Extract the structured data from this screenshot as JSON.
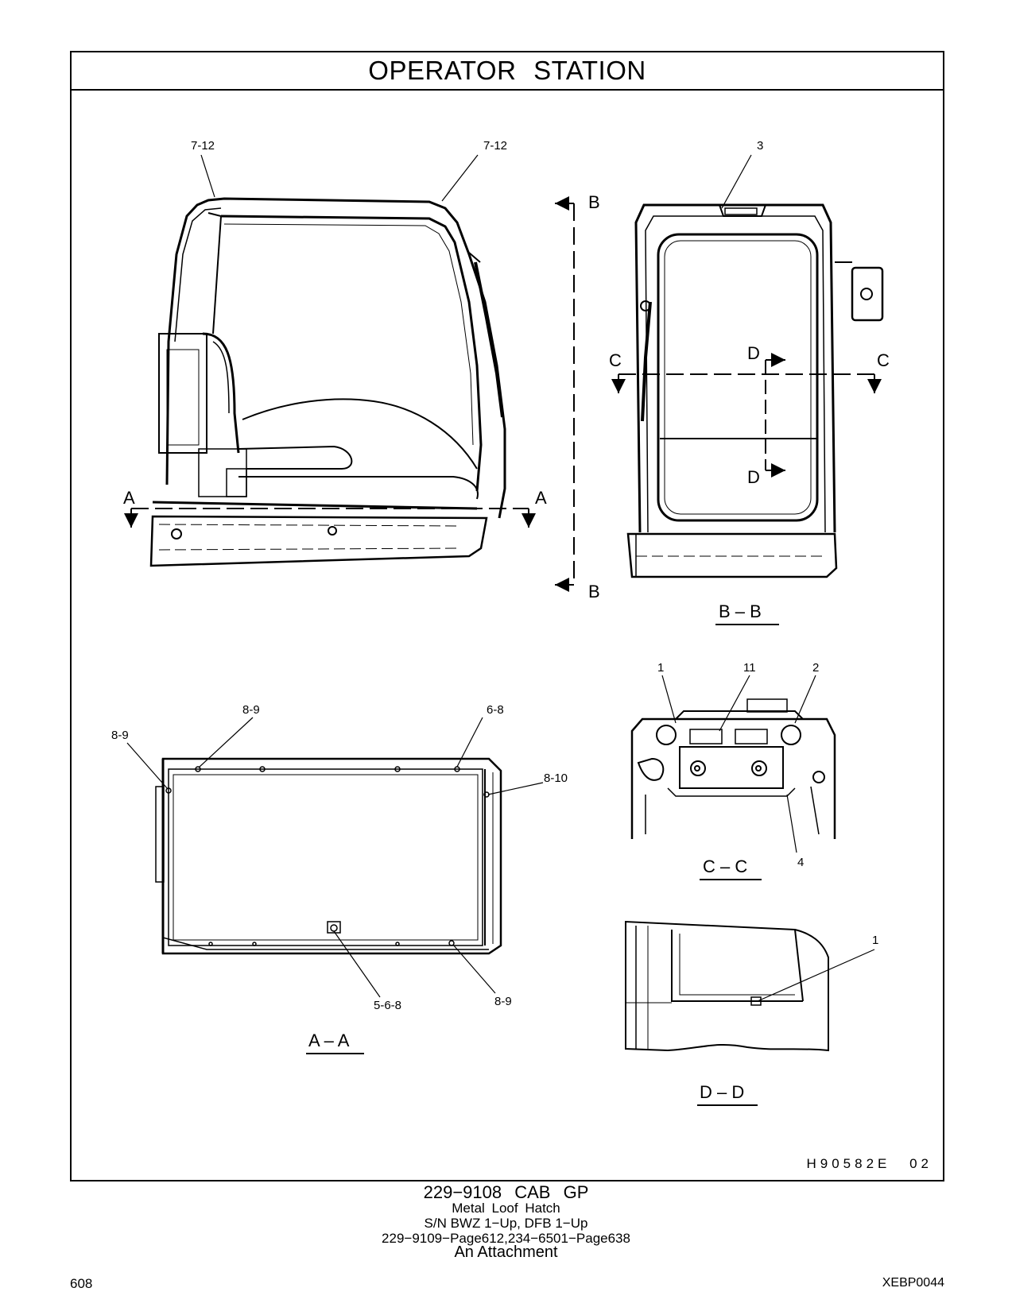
{
  "header": {
    "title": "OPERATOR   STATION"
  },
  "callouts": {
    "c_7_12_a": "7-12",
    "c_7_12_b": "7-12",
    "c_3": "3",
    "c_8_9_top": "8-9",
    "c_8_9_left": "8-9",
    "c_6_8": "6-8",
    "c_8_10": "8-10",
    "c_5_6_8": "5-6-8",
    "c_8_9_bottom": "8-9",
    "c_1_cc": "1",
    "c_11": "11",
    "c_2": "2",
    "c_4": "4",
    "c_1_dd": "1"
  },
  "section_marks": {
    "a_left": "A",
    "a_right": "A",
    "b_top": "B",
    "b_bottom": "B",
    "c_left": "C",
    "c_right": "C",
    "d_top": "D",
    "d_bottom": "D"
  },
  "view_titles": {
    "bb": "B – B",
    "aa": "A – A",
    "cc": "C – C",
    "dd": "D – D"
  },
  "drawing_id": "H90582E  02",
  "caption": {
    "main": "229−9108  CAB  GP",
    "sub1": "Metal  Loof  Hatch",
    "sub2": "S/N BWZ 1−Up, DFB 1−Up",
    "sub3": "229−9109−Page612,234−6501−Page638",
    "sub4": "An Attachment"
  },
  "footer": {
    "page_number": "608",
    "doc_id": "XEBP0044"
  }
}
